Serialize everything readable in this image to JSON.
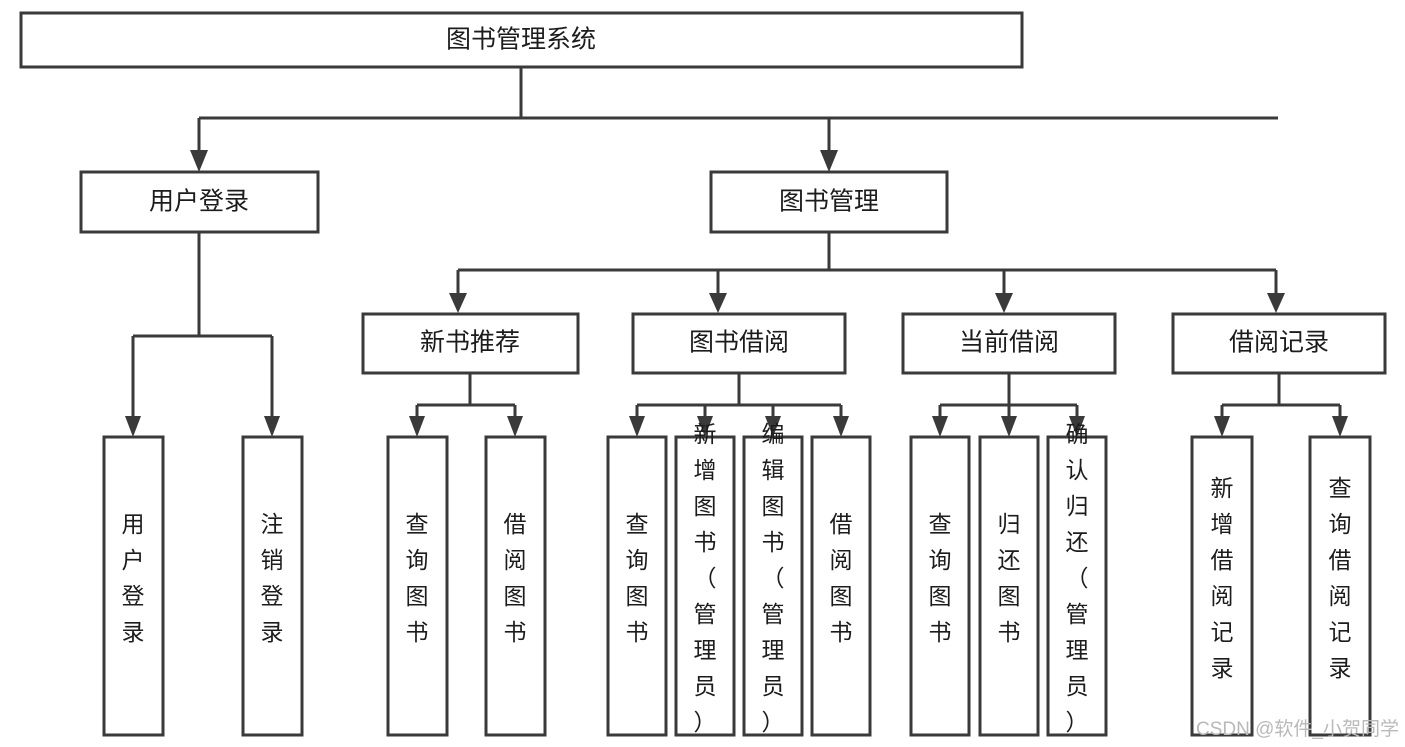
{
  "diagram": {
    "title": "图书管理系统",
    "type": "tree",
    "root": {
      "id": "root",
      "label": "图书管理系统",
      "orientation": "horizontal"
    },
    "level1": [
      {
        "id": "user-login",
        "label": "用户登录",
        "orientation": "horizontal"
      },
      {
        "id": "book-management",
        "label": "图书管理",
        "orientation": "horizontal"
      }
    ],
    "level2": [
      {
        "id": "new-book-recommend",
        "label": "新书推荐",
        "parent": "book-management",
        "orientation": "horizontal"
      },
      {
        "id": "book-borrow",
        "label": "图书借阅",
        "parent": "book-management",
        "orientation": "horizontal"
      },
      {
        "id": "current-borrow",
        "label": "当前借阅",
        "parent": "book-management",
        "orientation": "horizontal"
      },
      {
        "id": "borrow-record",
        "label": "借阅记录",
        "parent": "book-management",
        "orientation": "horizontal"
      }
    ],
    "leaves": [
      {
        "id": "leaf-user-login",
        "label": "用户登录",
        "parent": "user-login",
        "orientation": "vertical"
      },
      {
        "id": "leaf-user-logout",
        "label": "注销登录",
        "parent": "user-login",
        "orientation": "vertical"
      },
      {
        "id": "leaf-query-book-1",
        "label": "查询图书",
        "parent": "new-book-recommend",
        "orientation": "vertical"
      },
      {
        "id": "leaf-borrow-book-1",
        "label": "借阅图书",
        "parent": "new-book-recommend",
        "orientation": "vertical"
      },
      {
        "id": "leaf-query-book-2",
        "label": "查询图书",
        "parent": "book-borrow",
        "orientation": "vertical"
      },
      {
        "id": "leaf-add-book",
        "label": "新增图书（管理员）",
        "parent": "book-borrow",
        "orientation": "vertical"
      },
      {
        "id": "leaf-edit-book",
        "label": "编辑图书（管理员）",
        "parent": "book-borrow",
        "orientation": "vertical"
      },
      {
        "id": "leaf-borrow-book-2",
        "label": "借阅图书",
        "parent": "book-borrow",
        "orientation": "vertical"
      },
      {
        "id": "leaf-query-book-3",
        "label": "查询图书",
        "parent": "current-borrow",
        "orientation": "vertical"
      },
      {
        "id": "leaf-return-book",
        "label": "归还图书",
        "parent": "current-borrow",
        "orientation": "vertical"
      },
      {
        "id": "leaf-confirm-return",
        "label": "确认归还（管理员）",
        "parent": "current-borrow",
        "orientation": "vertical"
      },
      {
        "id": "leaf-add-record",
        "label": "新增借阅记录",
        "parent": "borrow-record",
        "orientation": "vertical"
      },
      {
        "id": "leaf-query-record",
        "label": "查询借阅记录",
        "parent": "borrow-record",
        "orientation": "vertical"
      }
    ],
    "watermark": "CSDN @软件_小贺同学",
    "colors": {
      "stroke": "#3a3a3a",
      "fill": "#ffffff",
      "text": "#1c1c1c",
      "watermark": "#b9b9b9",
      "background": "#ffffff"
    }
  }
}
